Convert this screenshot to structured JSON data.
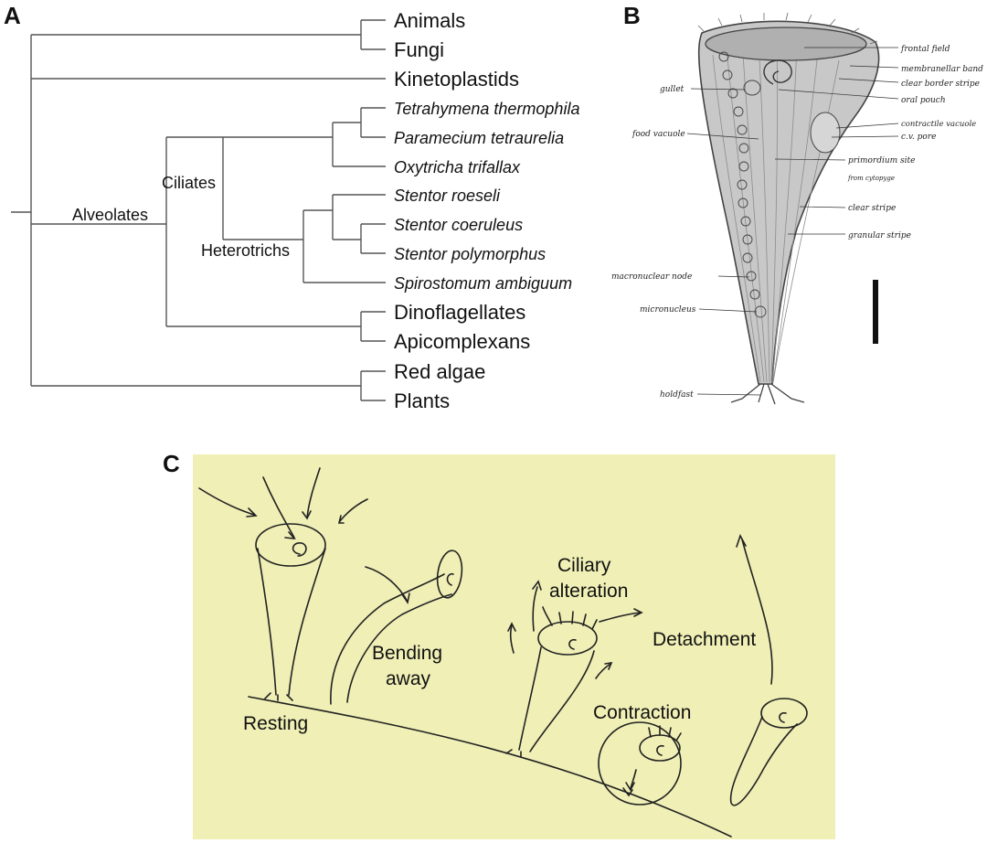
{
  "panels": {
    "a": "A",
    "b": "B",
    "c": "C"
  },
  "tree": {
    "tips": [
      "Animals",
      "Fungi",
      "Kinetoplastids",
      "Tetrahymena thermophila",
      "Paramecium tetraurelia",
      "Oxytricha trifallax",
      "Stentor roeseli",
      "Stentor coeruleus",
      "Stentor polymorphus",
      "Spirostomum ambiguum",
      "Dinoflagellates",
      "Apicomplexans",
      "Red algae",
      "Plants"
    ],
    "clades": {
      "alveolates": "Alveolates",
      "ciliates": "Ciliates",
      "heterotrichs": "Heterotrichs"
    }
  },
  "anatomy": {
    "labels": [
      "frontal field",
      "membranellar band",
      "clear border stripe",
      "oral pouch",
      "contractile vacuole",
      "c.v. pore",
      "primordium site",
      "from cytopyge",
      "clear stripe",
      "granular stripe",
      "gullet",
      "food vacuole",
      "macronuclear node",
      "micronucleus",
      "holdfast"
    ]
  },
  "behavior": {
    "stages": [
      "Resting",
      "Bending",
      "away",
      "Ciliary",
      "alteration",
      "Detachment",
      "Contraction"
    ],
    "background": "#efefb6"
  }
}
